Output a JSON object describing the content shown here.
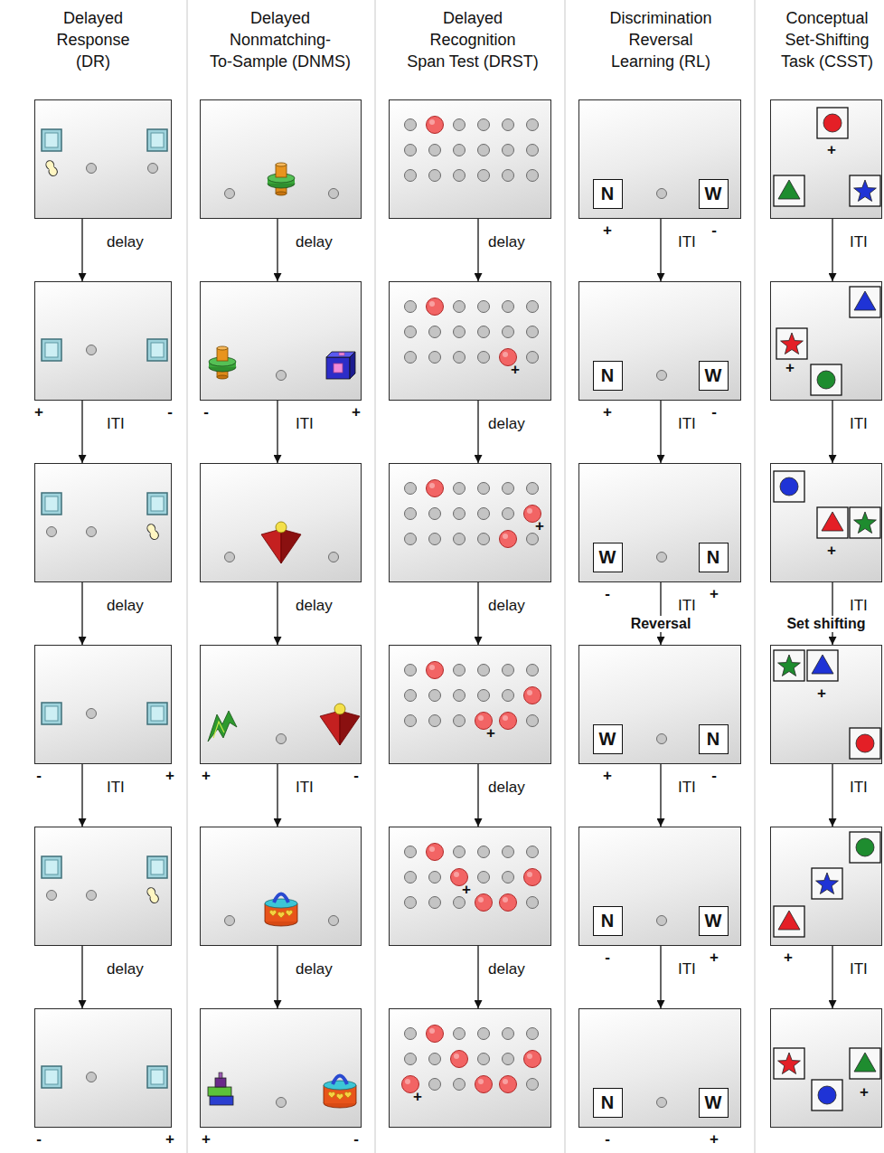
{
  "diagram": {
    "nodes": [
      {
        "text": []
      },
      {
        "text": []
      },
      {
        "text": []
      },
      {
        "text": []
      },
      {
        "text": []
      },
      {
        "text": []
      },
      {
        "text": []
      },
      {
        "text": []
      },
      {
        "text": []
      },
      {
        "text": []
      },
      {
        "text": []
      },
      {
        "text": []
      },
      {
        "text": []
      },
      {
        "text": []
      },
      {
        "text": []
      },
      {
        "text": []
      },
      {
        "text": []
      },
      {
        "text": []
      },
      {
        "text": []
      },
      {
        "text": [
          "N"
        ],
        "in": 18
      },
      {
        "text": [
          "W"
        ],
        "in": 18
      },
      {
        "text": []
      },
      {
        "text": [
          "N"
        ],
        "in": 21
      },
      {
        "text": [
          "W"
        ],
        "in": 21
      },
      {
        "text": []
      },
      {
        "text": [
          "W"
        ],
        "in": 24
      },
      {
        "text": [
          "N"
        ],
        "in": 24
      },
      {
        "text": []
      },
      {
        "text": [
          "W"
        ],
        "in": 27
      },
      {
        "text": [
          "N"
        ],
        "in": 27
      },
      {
        "text": []
      },
      {
        "text": [
          "N"
        ],
        "in": 30
      },
      {
        "text": [
          "W"
        ],
        "in": 30
      },
      {
        "text": []
      },
      {
        "text": [
          "N"
        ],
        "in": 33
      },
      {
        "text": [
          "W"
        ],
        "in": 33
      },
      {
        "text": []
      },
      {
        "text": []
      },
      {
        "text": []
      },
      {
        "text": []
      },
      {
        "text": []
      },
      {
        "text": []
      }
    ],
    "edges": [
      {
        "from": 0,
        "to": 1,
        "arrow": "to",
        "label": "delay"
      },
      {
        "from": 1,
        "to": 2,
        "arrow": "to",
        "label": "ITI"
      },
      {
        "from": 2,
        "to": 3,
        "arrow": "to",
        "label": "delay"
      },
      {
        "from": 3,
        "to": 4,
        "arrow": "to",
        "label": "ITI"
      },
      {
        "from": 4,
        "to": 5,
        "arrow": "to",
        "label": "delay"
      },
      {
        "from": 6,
        "to": 7,
        "arrow": "to",
        "label": "delay"
      },
      {
        "from": 7,
        "to": 8,
        "arrow": "to",
        "label": "ITI"
      },
      {
        "from": 8,
        "to": 9,
        "arrow": "to",
        "label": "delay"
      },
      {
        "from": 9,
        "to": 10,
        "arrow": "to",
        "label": "ITI"
      },
      {
        "from": 10,
        "to": 11,
        "arrow": "to",
        "label": "delay"
      },
      {
        "from": 12,
        "to": 13,
        "arrow": "to",
        "label": "delay"
      },
      {
        "from": 13,
        "to": 14,
        "arrow": "to",
        "label": "delay"
      },
      {
        "from": 14,
        "to": 15,
        "arrow": "to",
        "label": "delay"
      },
      {
        "from": 15,
        "to": 16,
        "arrow": "to",
        "label": "delay"
      },
      {
        "from": 16,
        "to": 17,
        "arrow": "to",
        "label": "delay"
      },
      {
        "from": 18,
        "to": 21,
        "arrow": "to",
        "label": "ITI"
      },
      {
        "from": 21,
        "to": 24,
        "arrow": "to",
        "label": "ITI"
      },
      {
        "from": 24,
        "to": 27,
        "arrow": "to",
        "label": "ITI"
      },
      {
        "from": 27,
        "to": 30,
        "arrow": "to",
        "label": "ITI"
      },
      {
        "from": 30,
        "to": 33,
        "arrow": "to",
        "label": "ITI"
      },
      {
        "from": 36,
        "to": 37,
        "arrow": "to",
        "label": "ITI"
      },
      {
        "from": 37,
        "to": 38,
        "arrow": "to",
        "label": "ITI"
      },
      {
        "from": 38,
        "to": 39,
        "arrow": "to",
        "label": "ITI"
      },
      {
        "from": 39,
        "to": 40,
        "arrow": "to",
        "label": "ITI"
      },
      {
        "from": 40,
        "to": 41,
        "arrow": "to",
        "label": "ITI"
      }
    ],
    "labels": [
      "Delayed Response (DR)",
      "Delayed Nonmatching- To-Sample (DNMS)",
      "Delayed Recognition Span Test (DRST)",
      "Discrimination Reversal Learning (RL)",
      "Conceptual Set-Shifting Task (CSST)",
      "+",
      "-",
      "-",
      "+",
      "-",
      "+",
      "-",
      "+",
      "+",
      "-",
      "+",
      "-",
      "+",
      "+",
      "+",
      "+",
      "+",
      "+",
      "-",
      "+",
      "-",
      "-",
      "+",
      "Reversal",
      "+",
      "-",
      "-",
      "+",
      "-",
      "+",
      "+",
      "+",
      "+",
      "Set shifting",
      "+",
      "+",
      "+"
    ]
  }
}
